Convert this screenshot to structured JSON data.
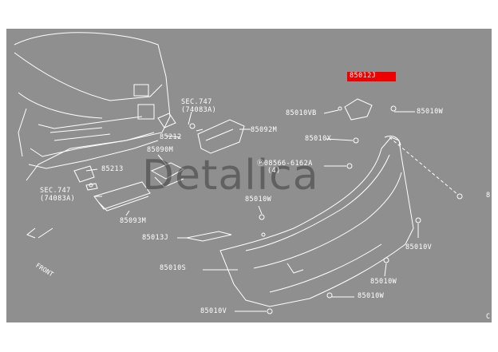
{
  "watermark": "Detalica",
  "highlight_label": "85012J",
  "front_label": "FRONT",
  "labels": {
    "sec747_top": "SEC.747",
    "sec747_top_sub": "(74083A)",
    "p85092m": "85092M",
    "p85212": "85212",
    "p85090m": "85090M",
    "p85213": "85213",
    "sec747_left": "SEC.747",
    "sec747_left_sub": "(74083A)",
    "p85093m": "85093M",
    "p85013j": "85013J",
    "p85010s": "85010S",
    "p85010v_bottom": "85010V",
    "p85010vb": "85010V",
    "p85010vb_suffix": "B",
    "p85010x": "85010X",
    "bolt_ref": "08566-6162A",
    "bolt_qty": "(4)",
    "p85010w_mid": "85010W",
    "p85010w_top": "85010W",
    "p85010v_right": "85010V",
    "p85010w_right": "85010W",
    "p85010w_low": "85010W",
    "p8_right": "8",
    "corner_c": "C"
  },
  "colors": {
    "background": "#8f8f8f",
    "line": "#ffffff",
    "highlight": "#ee0000",
    "watermark": "#3c3c3c"
  }
}
